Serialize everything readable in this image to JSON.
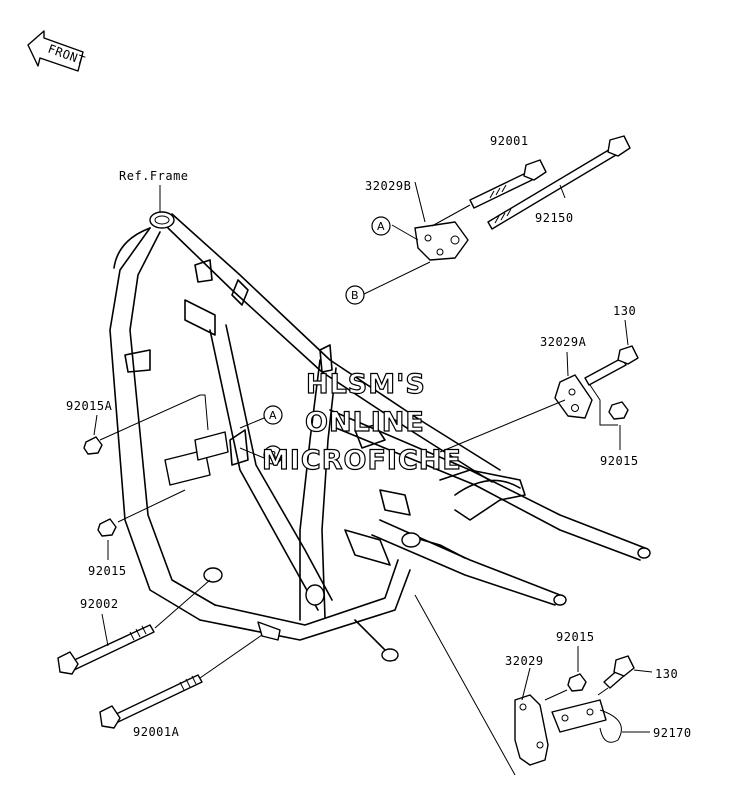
{
  "front_arrow": "FRONT",
  "labels": {
    "ref_frame": "Ref.Frame",
    "p92001": "92001",
    "p32029B": "32029B",
    "p92150": "92150",
    "p130_top": "130",
    "p32029A": "32029A",
    "p92015_right": "92015",
    "p92015A": "92015A",
    "p92015_left": "92015",
    "p92002": "92002",
    "p92001A": "92001A",
    "p92015_bottom": "92015",
    "p32029": "32029",
    "p130_bottom": "130",
    "p92170": "92170"
  },
  "callouts": {
    "a1": "A",
    "b1": "B",
    "a2": "A",
    "b2": "B"
  },
  "watermark": {
    "line1": "HLSM'S",
    "line2": "ONLINE",
    "line3": "MICROFICHE"
  }
}
